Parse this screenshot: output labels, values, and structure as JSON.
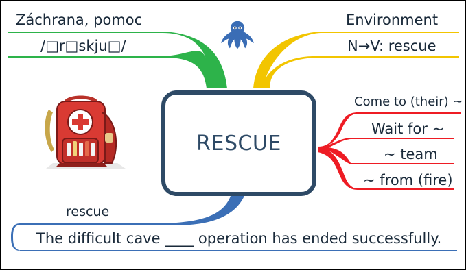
{
  "center": {
    "title": "RESCUE"
  },
  "top_left": {
    "label": "Záchrana, pomoc",
    "phonetic": "/□r□skju□/"
  },
  "top_right": {
    "label": "Environment",
    "sublabel": "N→V: rescue"
  },
  "right_branches": {
    "items": [
      "Come to (their) ~",
      "Wait for ~",
      "~ team",
      "~ from (fire)"
    ]
  },
  "bottom": {
    "label": "rescue",
    "sentence": "The difficult cave ____ operation has ended successfully."
  },
  "icons": {
    "logo": "octopus-logo-icon",
    "image": "first-aid-backpack-icon"
  },
  "colors": {
    "green": "#2db34a",
    "yellow": "#f2c500",
    "red": "#ee1c24",
    "blue": "#3b6fb6",
    "navy": "#2e4a66",
    "logo_blue": "#3a6db5"
  }
}
